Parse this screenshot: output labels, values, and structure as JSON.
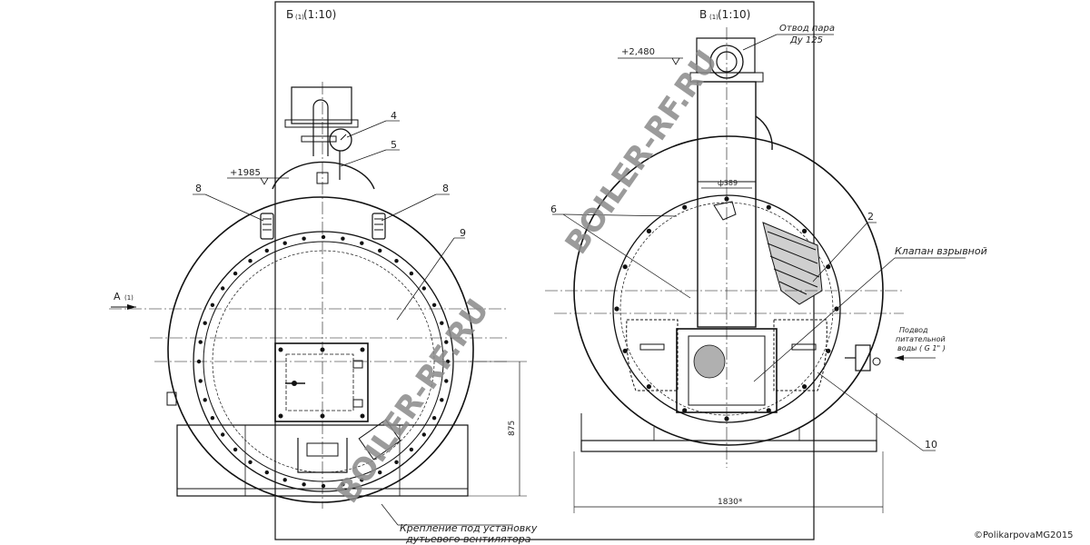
{
  "views": {
    "b": {
      "title": "Б",
      "sub": "(1)",
      "scale": "(1:10)"
    },
    "v": {
      "title": "В",
      "sub": "(1)",
      "scale": "(1:10)"
    },
    "a": {
      "title": "А",
      "sub": "(1)"
    }
  },
  "callouts": {
    "n4": "4",
    "n5": "5",
    "n8_left": "8",
    "n8_right": "8",
    "n9": "9",
    "n6": "6",
    "n2": "2",
    "n10": "10"
  },
  "dimensions": {
    "elev_left": "+1985",
    "elev_right": "+2,480",
    "height": "875",
    "width": "1830*",
    "diameter": "ф389"
  },
  "labels": {
    "steam_outlet_1": "Отвод пара",
    "steam_outlet_2": "Ду 125",
    "explosion_valve": "Клапан взрывной",
    "feed_water_1": "Подвод",
    "feed_water_2": "питательной",
    "feed_water_3": "воды ( G 1\" )",
    "fan_mount_1": "Крепление под установку",
    "fan_mount_2": "дутьевого вентилятора"
  },
  "watermark": {
    "text": "BOILER-RF.RU"
  },
  "copyright": "©PolikarpovaMG2015"
}
